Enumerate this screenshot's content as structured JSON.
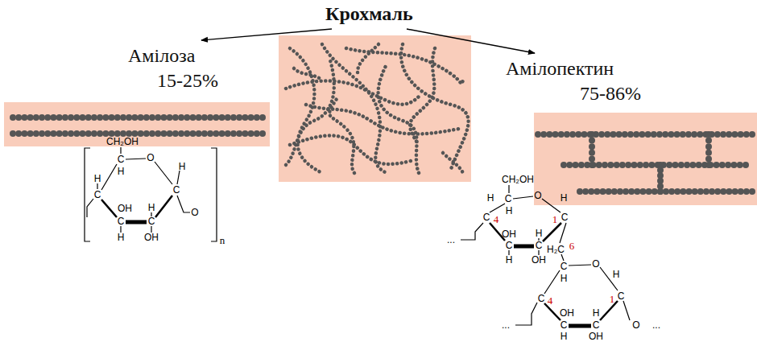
{
  "diagram": {
    "nodes": [
      {
        "text": [
          "Крохмаль"
        ]
      },
      {
        "text": [
          "Амілоза",
          "15-25%"
        ]
      },
      {
        "text": [
          "Амілопектин",
          "75-86%"
        ]
      }
    ],
    "edges": [
      {
        "from": 0,
        "to": 1,
        "arrow": "to"
      },
      {
        "from": 0,
        "to": 2,
        "arrow": "to"
      }
    ],
    "labels": [
      "CH₂OH",
      "H",
      "C",
      "O",
      "H",
      "H",
      "C",
      "C",
      "OH",
      "H",
      "C",
      "C",
      "O",
      "H",
      "OH",
      "n",
      "CH₂OH",
      "H",
      "C",
      "O",
      "H",
      "H",
      "C",
      "4",
      "1",
      "C",
      "...",
      "OH",
      "H",
      "C",
      "C",
      "H₂C",
      "6",
      "H",
      "OH",
      "C",
      "O",
      "H",
      "H",
      "C",
      "4",
      "1",
      "C",
      "...",
      "OH",
      "H",
      "C",
      "C",
      "O",
      "...",
      "H",
      "OH"
    ]
  }
}
